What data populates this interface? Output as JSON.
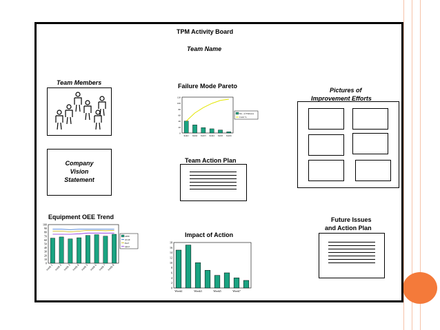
{
  "board": {
    "title": "TPM Activity Board",
    "subtitle": "Team Name",
    "team_members_label": "Team Members",
    "vision_lines": [
      "Company",
      "Vision",
      "Statement"
    ],
    "pareto_title": "Failure Mode Pareto",
    "action_plan_title": "Team Action Plan",
    "pictures_title_line1": "Pictures of",
    "pictures_title_line2": "Improvement Efforts",
    "oee_title": "Equipment OEE Trend",
    "impact_title": "Impact of Action",
    "future_line1": "Future Issues",
    "future_line2": "and Action Plan"
  },
  "colors": {
    "accent": "#f47a3a",
    "bar": "#1aa381",
    "cum_line": "#e3e600"
  },
  "chart_data": [
    {
      "type": "bar",
      "name": "pareto",
      "title": "Failure Mode Pareto",
      "categories": [
        "Item1",
        "Item2",
        "Item3",
        "Item4",
        "Item5",
        "Item6"
      ],
      "series": [
        {
          "name": "No. of Failures",
          "values": [
            40,
            27,
            18,
            14,
            10,
            4
          ]
        },
        {
          "name": "Cum %",
          "values": [
            40,
            67,
            85,
            99,
            109,
            113
          ]
        }
      ],
      "ylim": [
        0,
        120
      ],
      "yticks": [
        0,
        20,
        40,
        60,
        80,
        100,
        120
      ],
      "legend": "right"
    },
    {
      "type": "bar",
      "name": "oee",
      "title": "Equipment OEE Trend",
      "categories": [
        "week 1",
        "week 2",
        "week 3",
        "week 4",
        "week 5",
        "week 6",
        "week 7",
        "week 8"
      ],
      "series": [
        {
          "name": "OEE",
          "values": [
            65,
            68,
            63,
            66,
            72,
            74,
            70,
            75
          ]
        },
        {
          "name": "Avail",
          "values": [
            88,
            88,
            87,
            88,
            88,
            88,
            88,
            88
          ]
        },
        {
          "name": "Perf",
          "values": [
            83,
            83,
            81,
            83,
            85,
            85,
            84,
            85
          ]
        },
        {
          "name": "Qual",
          "values": [
            75,
            75,
            75,
            76,
            78,
            78,
            78,
            78
          ]
        }
      ],
      "ylim": [
        0,
        100
      ],
      "yticks": [
        0,
        10,
        20,
        30,
        40,
        50,
        60,
        70,
        80,
        90,
        100
      ],
      "legend": "right"
    },
    {
      "type": "bar",
      "name": "impact",
      "title": "Impact of Action",
      "categories": [
        "Week1",
        "Week2",
        "Week3",
        "Week4",
        "Week5",
        "Week6",
        "Week7",
        "Week8"
      ],
      "x_tick_labels": [
        "Week1",
        "Week3",
        "Week5",
        "Week7"
      ],
      "values": [
        15,
        17,
        10,
        7,
        5,
        6,
        4,
        3
      ],
      "ylim": [
        0,
        18
      ],
      "yticks": [
        0,
        2,
        4,
        6,
        8,
        10,
        12,
        14,
        16,
        18
      ]
    }
  ]
}
